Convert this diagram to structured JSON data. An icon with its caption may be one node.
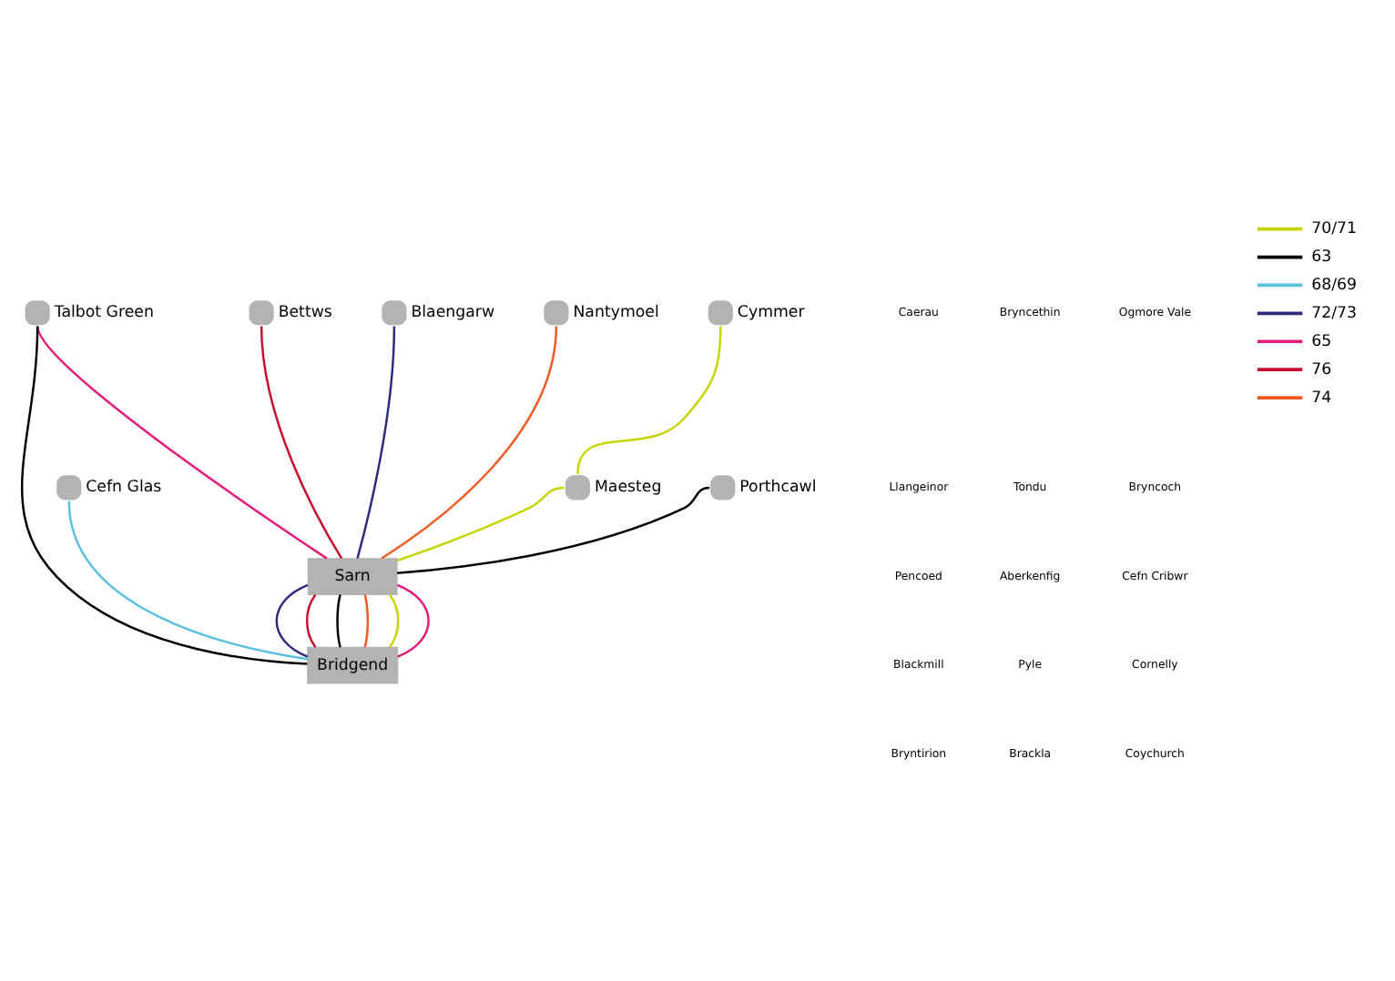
{
  "diagram": {
    "nodes": [
      {
        "text": [
          "Cymmer"
        ]
      },
      {
        "text": [
          "Bettws"
        ]
      },
      {
        "text": [
          "Blaengarw"
        ]
      },
      {
        "text": [
          "Nantymoel"
        ]
      },
      {
        "text": [
          "Talbot Green"
        ]
      },
      {
        "text": [
          "Maesteg"
        ]
      },
      {
        "text": [
          "Cefn Glas"
        ]
      },
      {
        "text": [
          "Sarn"
        ]
      },
      {
        "text": [
          "Porthcawl"
        ]
      },
      {
        "text": [
          "Bridgend"
        ]
      }
    ],
    "edges": [
      {
        "from": 0,
        "to": 5,
        "arrow": "none",
        "color": "#c8d400"
      },
      {
        "from": 5,
        "to": 7,
        "arrow": "none",
        "color": "#c8d400"
      },
      {
        "from": 1,
        "to": 7,
        "arrow": "none",
        "color": "#c8102e"
      },
      {
        "from": 2,
        "to": 7,
        "arrow": "none",
        "color": "#2e2a7e"
      },
      {
        "from": 3,
        "to": 7,
        "arrow": "none",
        "color": "#f05a22"
      },
      {
        "from": 4,
        "to": 7,
        "arrow": "none",
        "color": "#e5197a"
      },
      {
        "from": 8,
        "to": 7,
        "arrow": "none",
        "color": "#000000"
      },
      {
        "from": 7,
        "to": 9,
        "arrow": "none",
        "color": "#2e2a7e"
      },
      {
        "from": 7,
        "to": 9,
        "arrow": "none",
        "color": "#c8102e"
      },
      {
        "from": 7,
        "to": 9,
        "arrow": "none",
        "color": "#000000"
      },
      {
        "from": 7,
        "to": 9,
        "arrow": "none",
        "color": "#f05a22"
      },
      {
        "from": 7,
        "to": 9,
        "arrow": "none",
        "color": "#c8d400"
      },
      {
        "from": 7,
        "to": 9,
        "arrow": "none",
        "color": "#e5197a"
      },
      {
        "from": 6,
        "to": 9,
        "arrow": "none",
        "color": "#5bc0de"
      },
      {
        "from": 4,
        "to": 9,
        "arrow": "none",
        "color": "#000000"
      }
    ],
    "labels": [
      "Caerau",
      "Bryncethin",
      "Ogmore Vale",
      "Llangeinor",
      "Tondu",
      "Bryncoch",
      "Pencoed",
      "Aberkenfig",
      "Cefn Cribwr",
      "Blackmill",
      "Pyle",
      "Cornelly",
      "Bryntirion",
      "Brackla",
      "Coychurch"
    ],
    "legend": [
      {
        "text": "70/71",
        "color": "#c8d400"
      },
      {
        "text": "63",
        "color": "#000000"
      },
      {
        "text": "68/69",
        "color": "#5bc0de"
      },
      {
        "text": "72/73",
        "color": "#2e2a7e"
      },
      {
        "text": "65",
        "color": "#e5197a"
      },
      {
        "text": "76",
        "color": "#c8102e"
      },
      {
        "text": "74",
        "color": "#f05a22"
      }
    ]
  }
}
